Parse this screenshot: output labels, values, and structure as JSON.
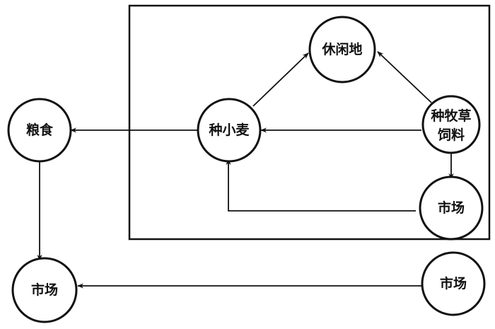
{
  "diagram": {
    "nodes": {
      "grain": "粮食",
      "market_left": "市场",
      "wheat": "种小麦",
      "fallow": "休闲地",
      "forage_line1": "种牧草",
      "forage_line2": "饲料",
      "market_inner": "市场",
      "market_right": "市场"
    },
    "edges": [
      {
        "from": "wheat",
        "to": "fallow"
      },
      {
        "from": "forage",
        "to": "fallow"
      },
      {
        "from": "forage",
        "to": "wheat"
      },
      {
        "from": "forage",
        "to": "market_inner"
      },
      {
        "from": "market_inner",
        "to": "wheat"
      },
      {
        "from": "wheat",
        "to": "grain"
      },
      {
        "from": "grain",
        "to": "market_left"
      },
      {
        "from": "market_right",
        "to": "market_left"
      }
    ]
  }
}
